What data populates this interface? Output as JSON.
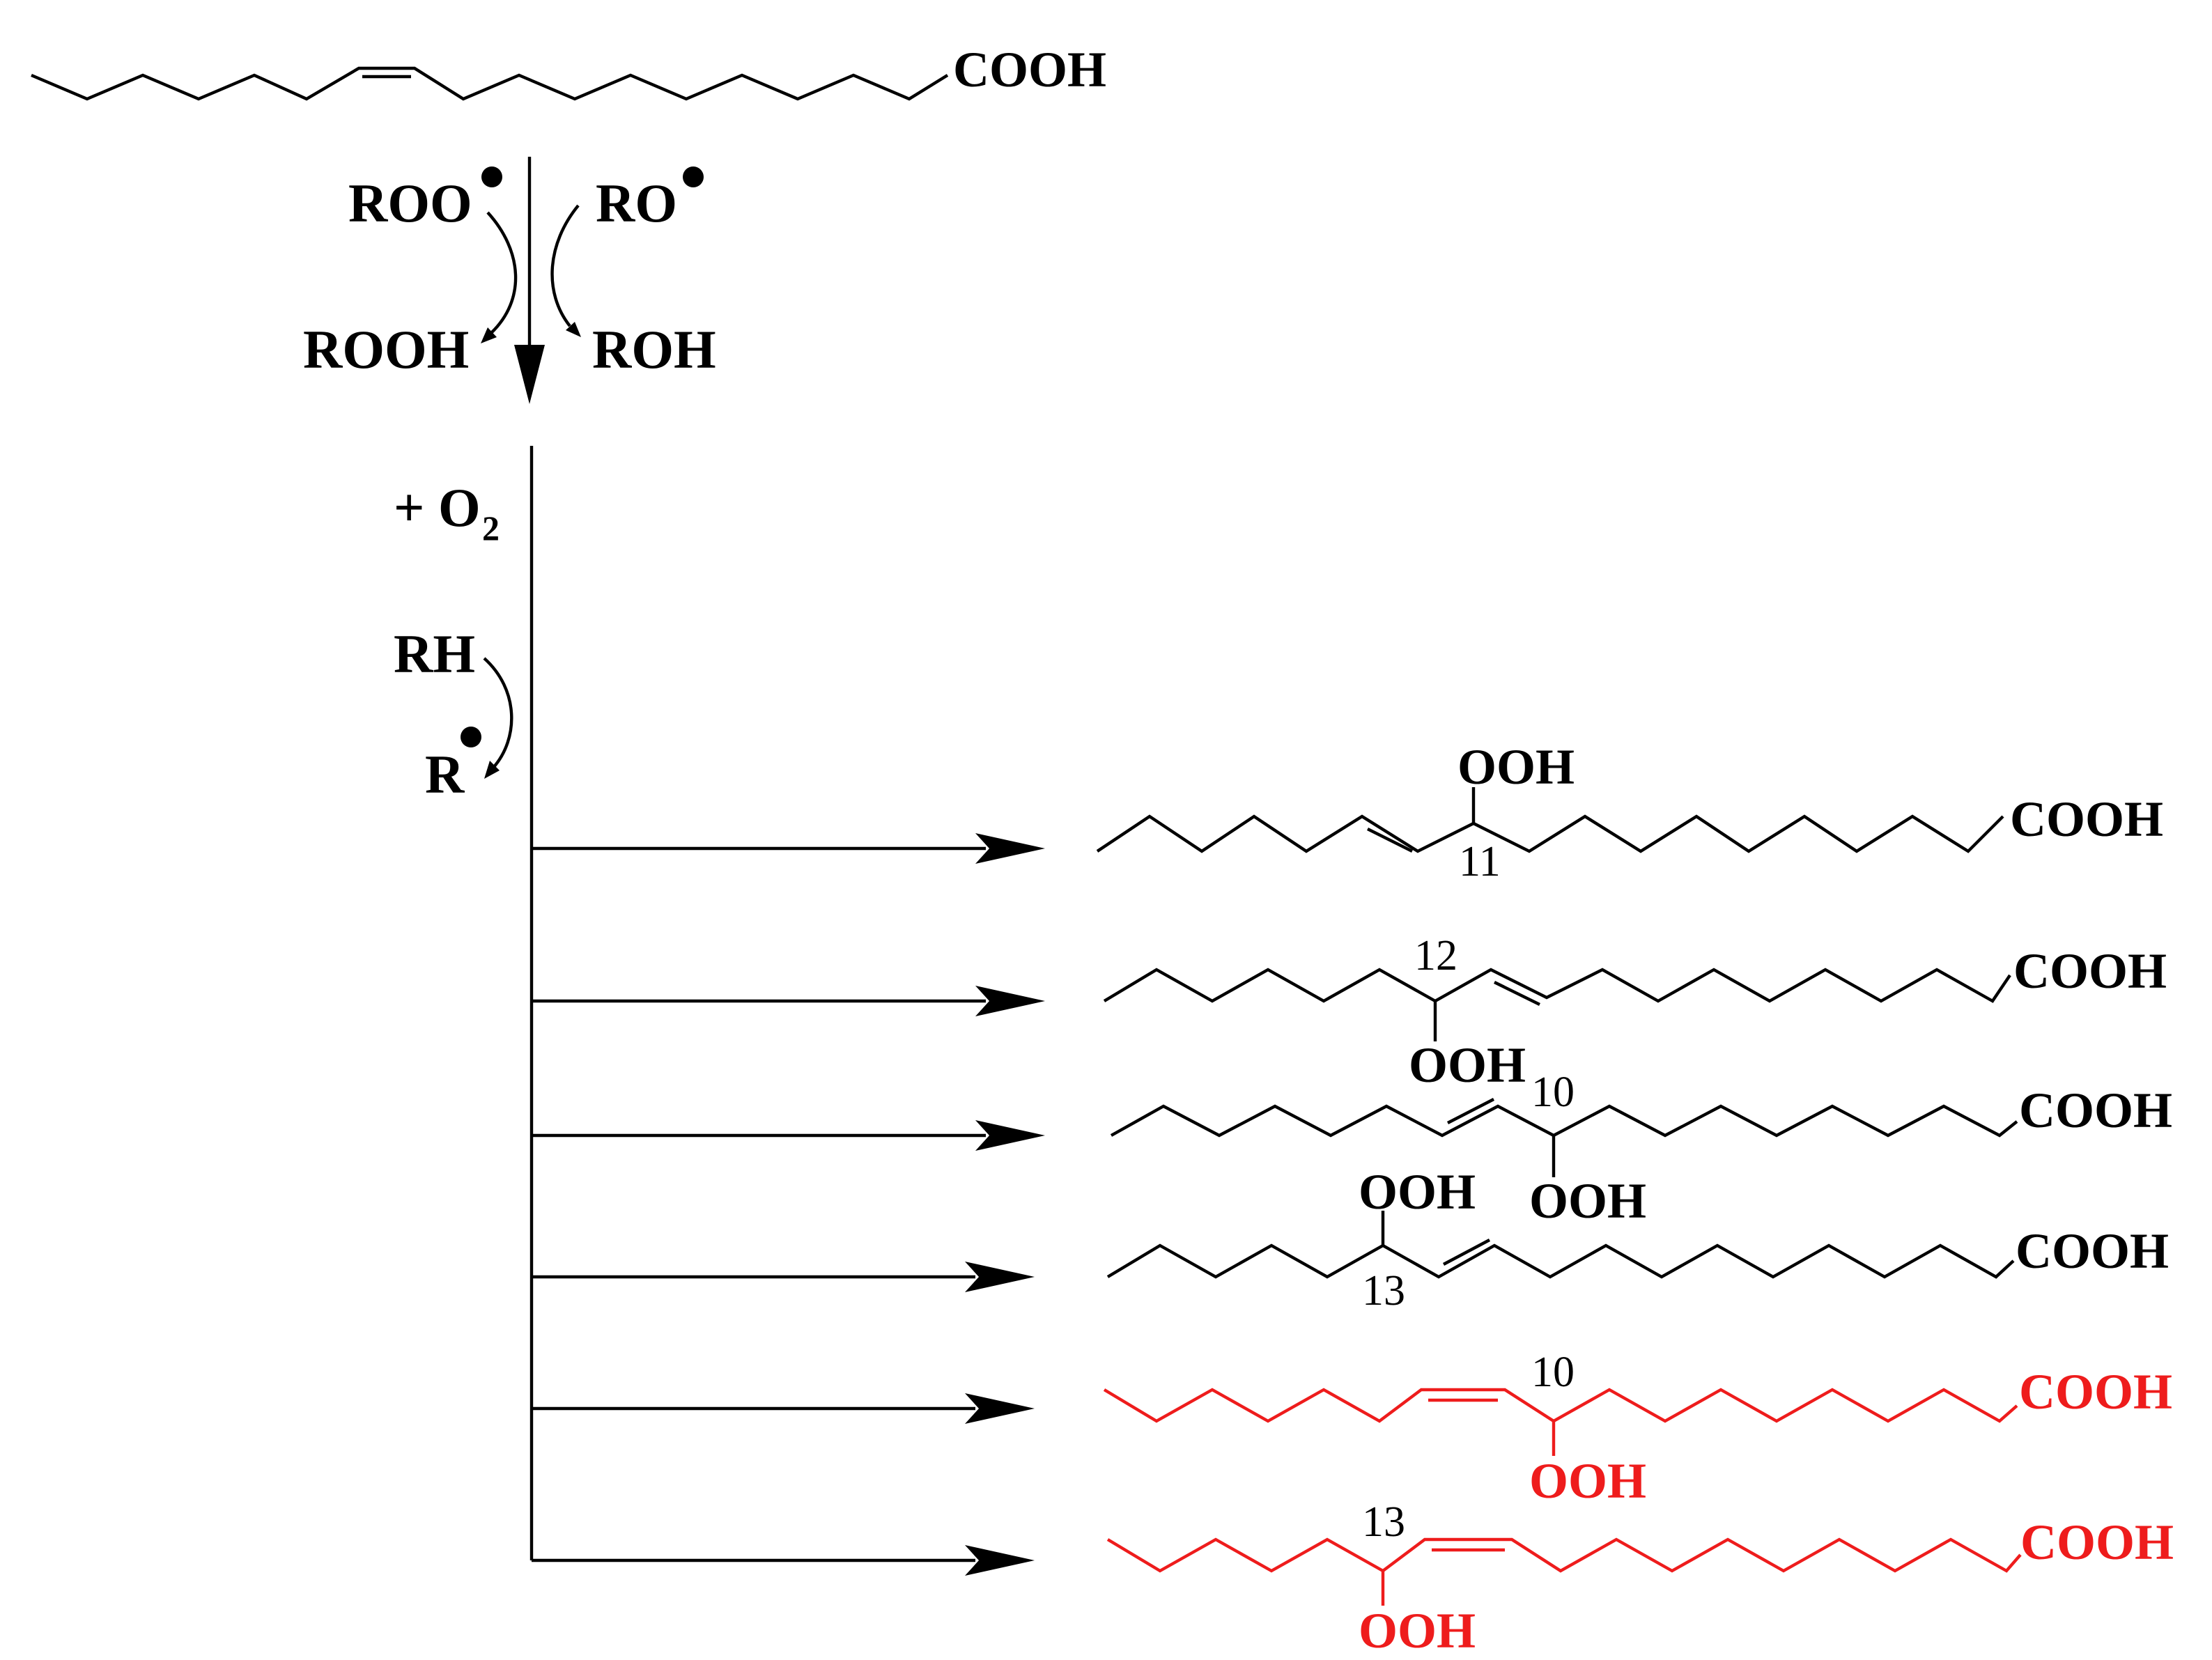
{
  "colors": {
    "default": "#000000",
    "highlight": "#ee1c1c"
  },
  "starting_material": {
    "acid_group": "COOH"
  },
  "step1": {
    "reagent_left": "ROO",
    "reagent_right": "RO",
    "product_left": "ROOH",
    "product_right": "ROH"
  },
  "step2": {
    "oxygen": "+ O",
    "oxygen_subscript": "2",
    "donor": "RH",
    "radical": "R"
  },
  "products": [
    {
      "hydroperoxide": "OOH",
      "position": "11",
      "acid_group": "COOH",
      "highlighted": false
    },
    {
      "hydroperoxide": "OOH",
      "position": "12",
      "acid_group": "COOH",
      "highlighted": false
    },
    {
      "hydroperoxide": "OOH",
      "position": "10",
      "acid_group": "COOH",
      "highlighted": false
    },
    {
      "hydroperoxide": "OOH",
      "position": "13",
      "acid_group": "COOH",
      "highlighted": false
    },
    {
      "hydroperoxide": "OOH",
      "position": "10",
      "acid_group": "COOH",
      "highlighted": true
    },
    {
      "hydroperoxide": "OOH",
      "position": "13",
      "acid_group": "COOH",
      "highlighted": true
    }
  ]
}
